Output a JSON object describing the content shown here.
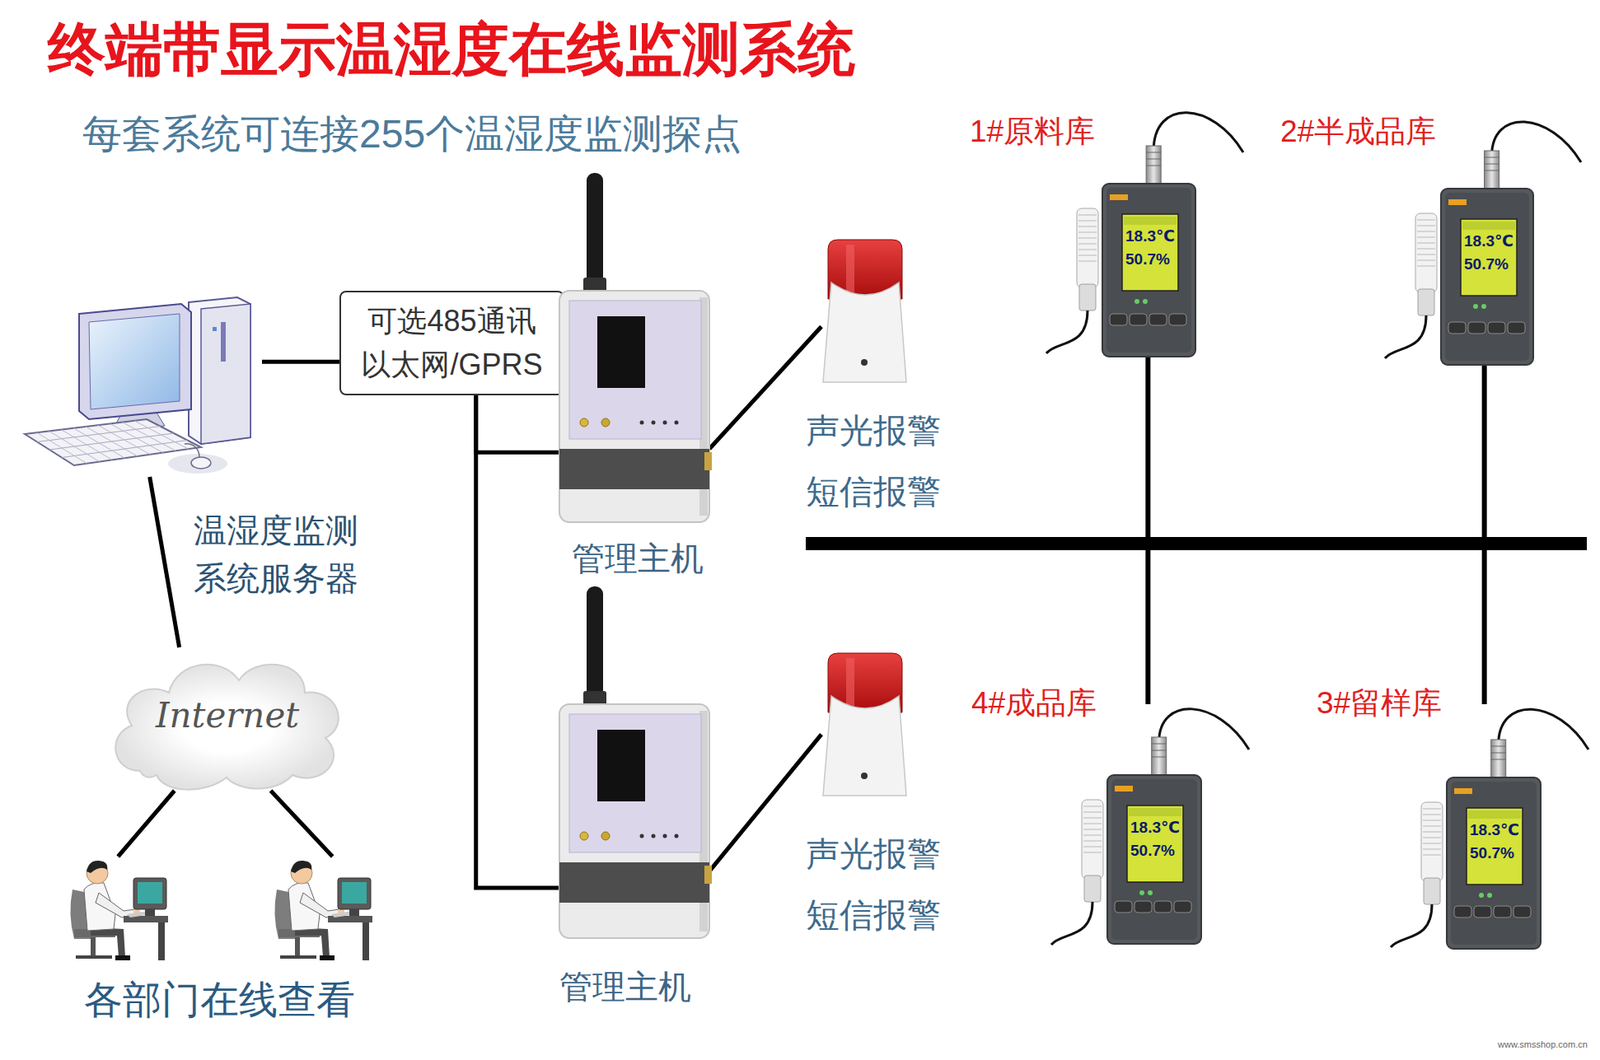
{
  "diagram": {
    "title": "终端带显示温湿度在线监测系统",
    "nodes": [
      {
        "text": [
          "温湿度监测 系统服务器"
        ]
      },
      {
        "text": [
          "可选485通讯 以太网/GPRS"
        ]
      },
      {
        "text": [
          "管理主机"
        ]
      },
      {
        "text": [
          "声光报警",
          "短信报警"
        ]
      },
      {
        "text": [
          "1#原料库",
          "18.3℃",
          "50.7%"
        ]
      },
      {
        "text": [
          "2#半成品库",
          "18.3℃",
          "50.7%"
        ]
      },
      {
        "text": [
          "Internet"
        ]
      },
      {
        "text": [
          "管理主机"
        ]
      },
      {
        "text": [
          "声光报警",
          "短信报警"
        ]
      },
      {
        "text": [
          "4#成品库",
          "18.3℃",
          "50.7%"
        ]
      },
      {
        "text": [
          "3#留样库",
          "18.3℃",
          "50.7%"
        ]
      },
      {
        "text": [
          "各部门在线查看"
        ]
      }
    ],
    "edges": [
      {
        "from": 0,
        "to": 1,
        "arrow": "none"
      },
      {
        "from": 1,
        "to": 2,
        "arrow": "none"
      },
      {
        "from": 1,
        "to": 7,
        "arrow": "none"
      },
      {
        "from": 2,
        "to": 3,
        "arrow": "none"
      },
      {
        "from": 7,
        "to": 8,
        "arrow": "none"
      },
      {
        "from": 4,
        "to": 9,
        "arrow": "none"
      },
      {
        "from": 5,
        "to": 10,
        "arrow": "none"
      },
      {
        "from": 0,
        "to": 6,
        "arrow": "none"
      },
      {
        "from": 6,
        "to": 11,
        "arrow": "none"
      },
      {
        "from": 6,
        "to": 11,
        "arrow": "none"
      }
    ],
    "labels": [
      "每套系统可连接255个温湿度监测探点",
      "www.smsshop.com.cn"
    ]
  }
}
